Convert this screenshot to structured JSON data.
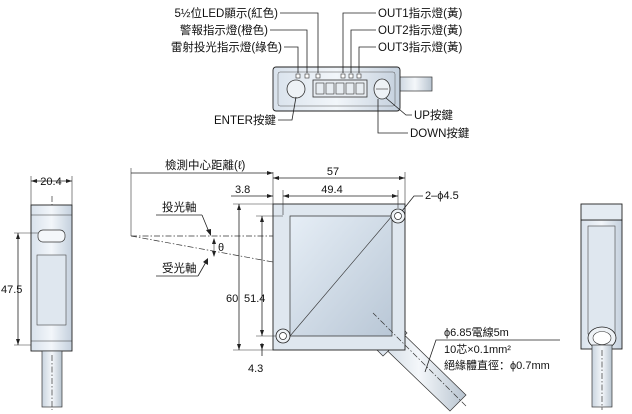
{
  "top_view": {
    "callouts_left": [
      "5½位LED顯示(紅色)",
      "警報指示燈(橙色)",
      "雷射投光指示燈(綠色)"
    ],
    "callouts_right": [
      "OUT1指示燈(黃)",
      "OUT2指示燈(黃)",
      "OUT3指示燈(黃)"
    ],
    "enter_key": "ENTER按鍵",
    "up_key": "UP按鍵",
    "down_key": "DOWN按鍵"
  },
  "dimensions": {
    "detect_distance": "檢測中心距離(ℓ)",
    "width_57": "57",
    "offset_3_8": "3.8",
    "hole_pitch_49_4": "49.4",
    "holes": "2–ϕ4.5",
    "side_width": "20.4",
    "side_height": "47.5",
    "height_60": "60",
    "hole_pitch_51_4": "51.4",
    "bottom_4_3": "4.3",
    "theta": "θ"
  },
  "axes": {
    "emit_axis": "投光軸",
    "receive_axis": "受光軸"
  },
  "cable": {
    "line1": "ϕ6.85電線5m",
    "line2": "10芯×0.1mm²",
    "line3": "絕緣體直徑：ϕ0.7mm"
  }
}
